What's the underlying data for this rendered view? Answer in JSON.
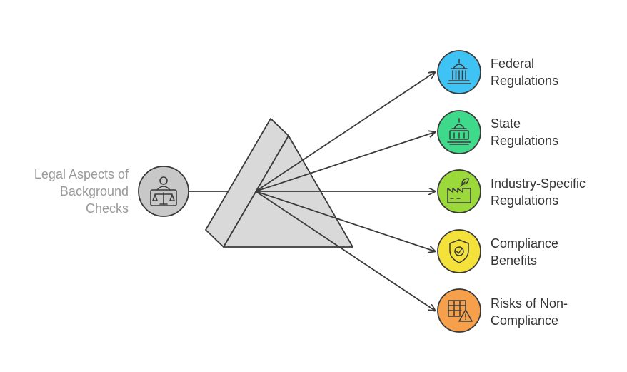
{
  "source": {
    "label_lines": [
      "Legal Aspects of",
      "Background",
      "Checks"
    ],
    "icon": "scales-of-justice-icon",
    "color": "#c8c8c8"
  },
  "items": [
    {
      "label_lines": [
        "Federal",
        "Regulations"
      ],
      "icon": "capitol-building-icon",
      "color": "#3fc3f5"
    },
    {
      "label_lines": [
        "State",
        "Regulations"
      ],
      "icon": "state-capitol-icon",
      "color": "#3ed98a"
    },
    {
      "label_lines": [
        "Industry-Specific",
        "Regulations"
      ],
      "icon": "eco-factory-icon",
      "color": "#9bd93a"
    },
    {
      "label_lines": [
        "Compliance",
        "Benefits"
      ],
      "icon": "shield-check-icon",
      "color": "#f4e13a"
    },
    {
      "label_lines": [
        "Risks of Non-",
        "Compliance"
      ],
      "icon": "grid-warning-icon",
      "color": "#f6a04b"
    }
  ],
  "colors": {
    "prism_fill": "#d9d9d9",
    "prism_stroke": "#3a3a3a",
    "line_stroke": "#3a3a3a"
  }
}
